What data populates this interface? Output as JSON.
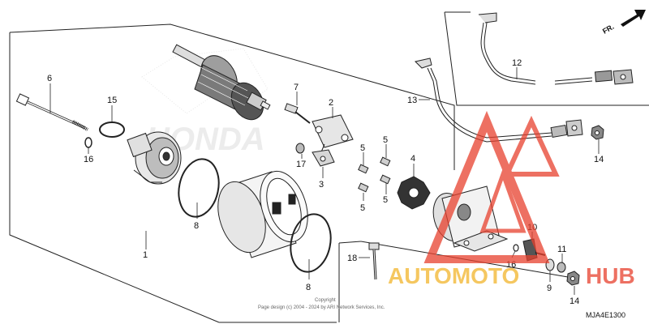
{
  "diagram": {
    "callouts": [
      "1",
      "2",
      "3",
      "4",
      "5",
      "5",
      "5",
      "5",
      "6",
      "7",
      "8",
      "8",
      "9",
      "10",
      "11",
      "12",
      "13",
      "14",
      "14",
      "15",
      "16",
      "16",
      "17",
      "18"
    ],
    "fr_label": "FR.",
    "part_code": "MJA4E1300",
    "copyright_line1": "Copyright",
    "copyright_line2": "Page design (c) 2004 - 2024 by ARI Network Services, Inc.",
    "watermark_brand": "HONDA",
    "watermark_text_part1": "AUTOMOTO",
    "watermark_text_part2": "HUB",
    "colors": {
      "line": "#222222",
      "watermark_red": "#e8412e",
      "watermark_orange": "#f2b52c",
      "watermark_grey": "#d9d9d9"
    }
  }
}
